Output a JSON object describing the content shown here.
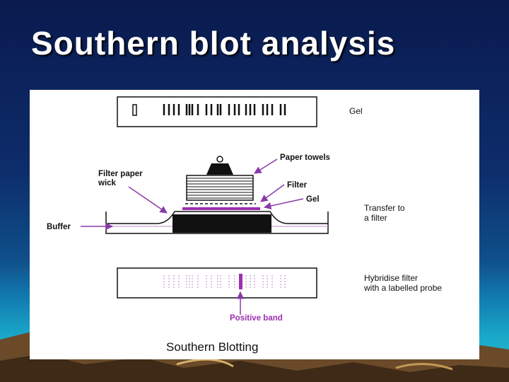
{
  "slide": {
    "title": "Southern blot analysis"
  },
  "figure": {
    "labels": {
      "gel_top": "Gel",
      "paper_towels": "Paper towels",
      "filter_paper_wick_line1": "Filter paper",
      "filter_paper_wick_line2": "wick",
      "filter": "Filter",
      "gel_mid": "Gel",
      "transfer_line1": "Transfer to",
      "transfer_line2": "a filter",
      "buffer": "Buffer",
      "hybridise_line1": "Hybridise filter",
      "hybridise_line2": "with a labelled probe",
      "positive_band": "Positive band",
      "caption": "Southern Blotting"
    },
    "colors": {
      "arrow": "#8a3aa8",
      "label_purple": "#9b2fb0",
      "ink": "#111111",
      "band_faint": "#c9a0d6"
    }
  }
}
